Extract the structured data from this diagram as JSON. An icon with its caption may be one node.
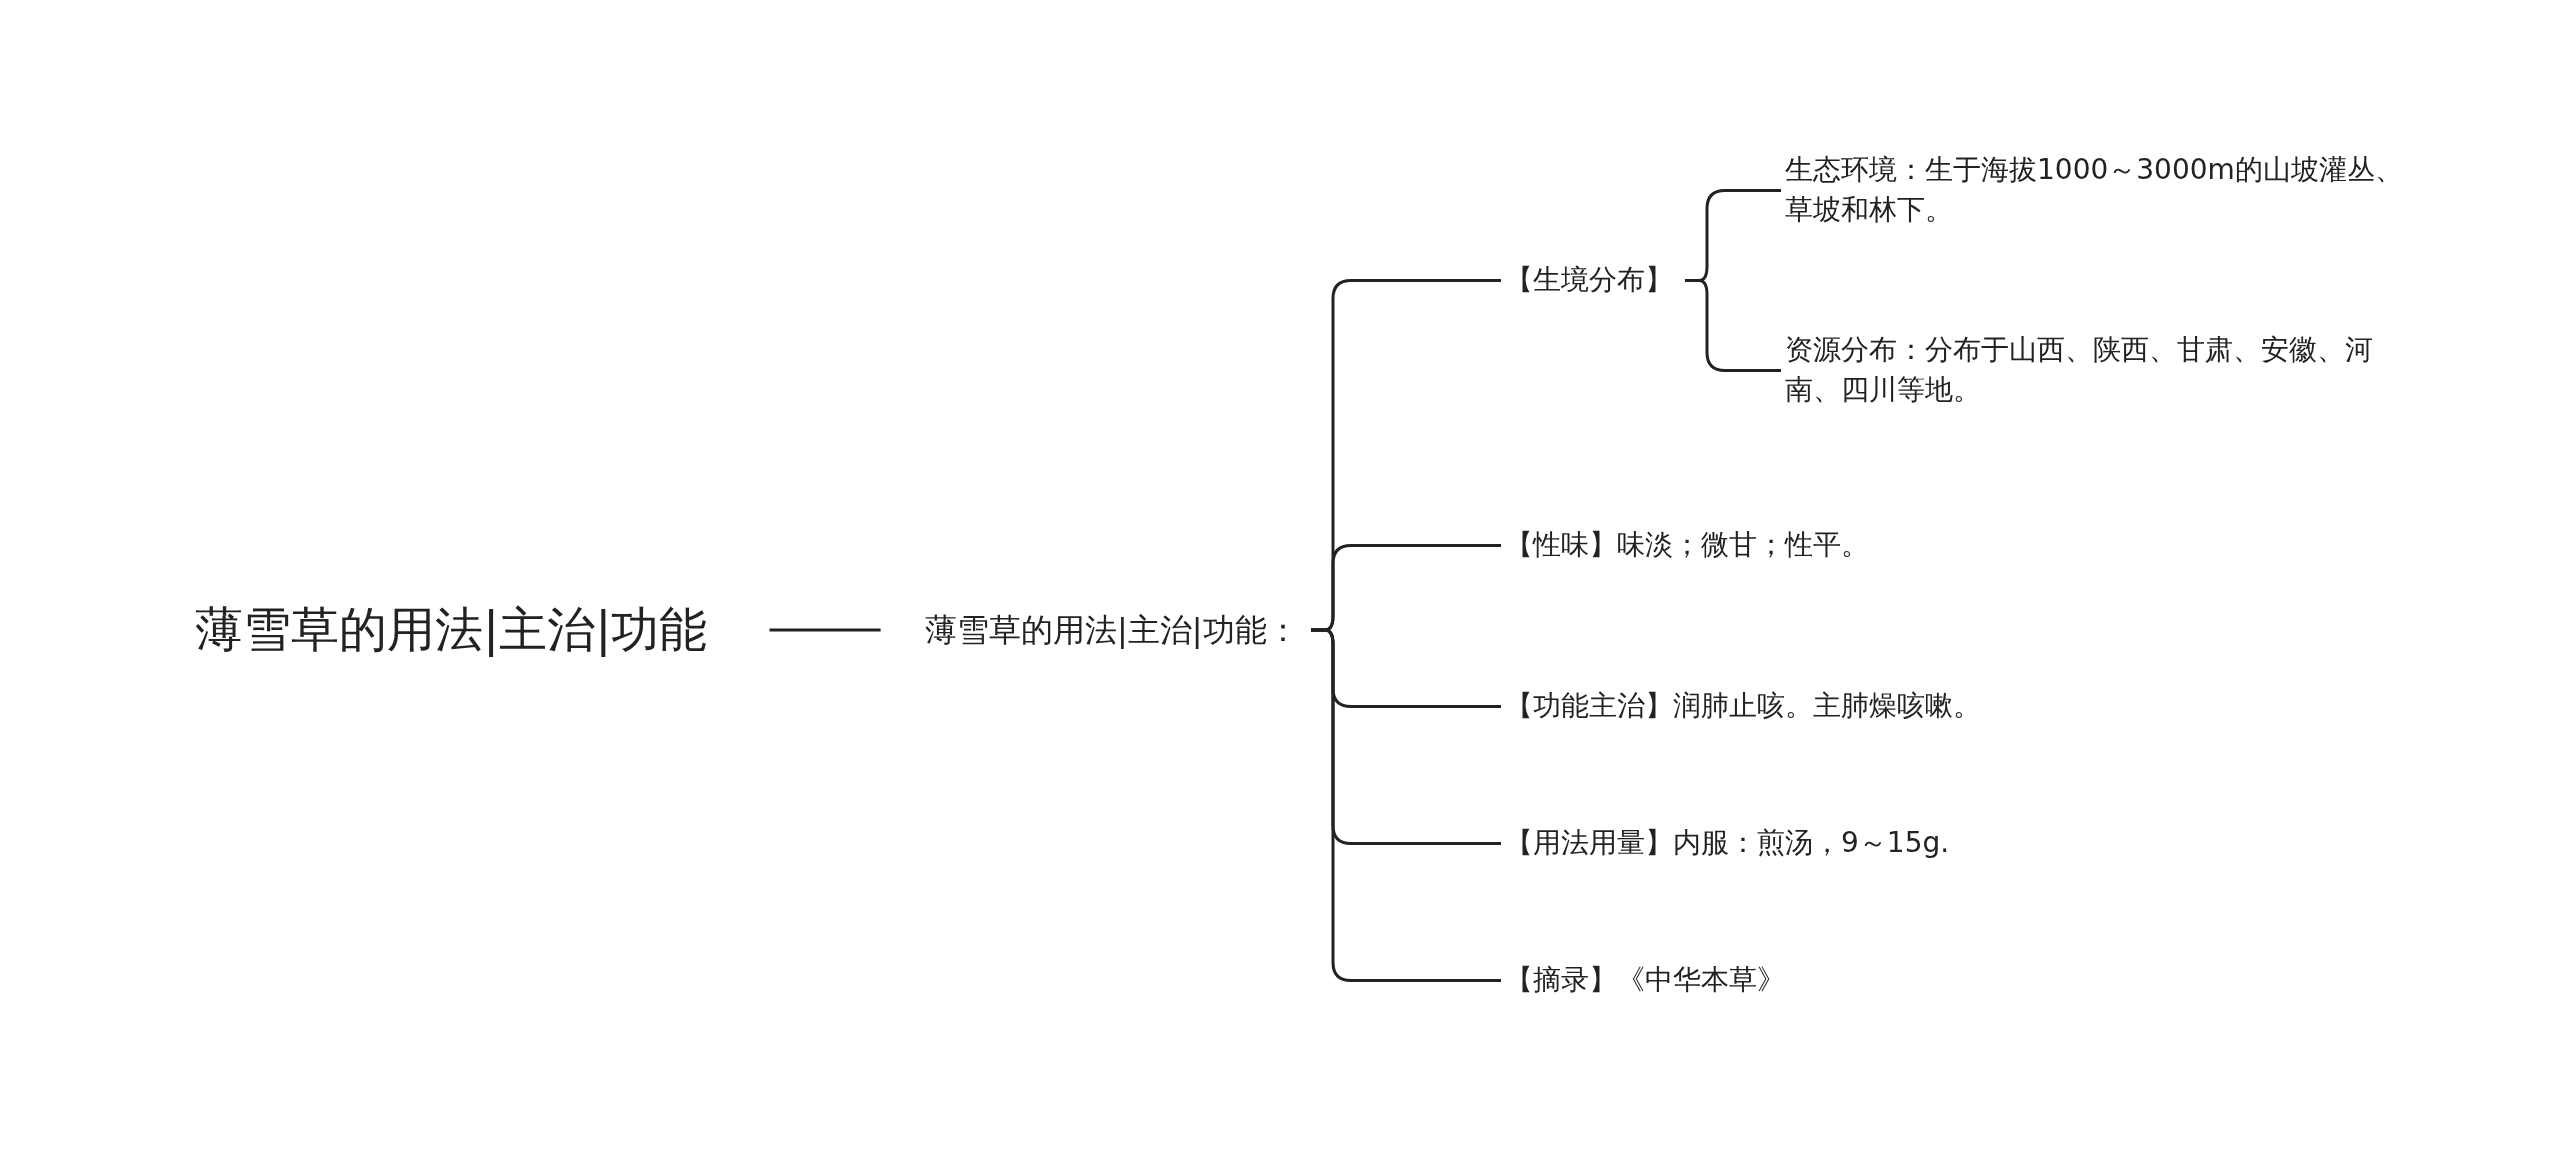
{
  "diagram": {
    "nodes": [
      {
        "text": [
          "薄雪草的用法|主治|功能"
        ]
      },
      {
        "text": [
          "薄雪草的用法|主治|功能："
        ]
      },
      {
        "text": [
          "【生境分布】"
        ]
      },
      {
        "text": [
          "生态环境：生于海拔1000～3000m的山坡灌丛、草坡和林下。"
        ]
      },
      {
        "text": [
          "资源分布：分布于山西、陕西、甘肃、安徽、河南、四川等地。"
        ]
      },
      {
        "text": [
          "【性味】味淡；微甘；性平。"
        ]
      },
      {
        "text": [
          "【功能主治】润肺止咳。主肺燥咳嗽。"
        ]
      },
      {
        "text": [
          "【用法用量】内服：煎汤，9～15g."
        ]
      },
      {
        "text": [
          "【摘录】《中华本草》"
        ]
      }
    ],
    "edges": [
      {
        "from": 0,
        "to": 1,
        "arrow": "none"
      },
      {
        "from": 1,
        "to": 2,
        "arrow": "none"
      },
      {
        "from": 1,
        "to": 5,
        "arrow": "none"
      },
      {
        "from": 1,
        "to": 6,
        "arrow": "none"
      },
      {
        "from": 1,
        "to": 7,
        "arrow": "none"
      },
      {
        "from": 1,
        "to": 8,
        "arrow": "none"
      },
      {
        "from": 2,
        "to": 3,
        "arrow": "none"
      },
      {
        "from": 2,
        "to": 4,
        "arrow": "none"
      }
    ]
  }
}
